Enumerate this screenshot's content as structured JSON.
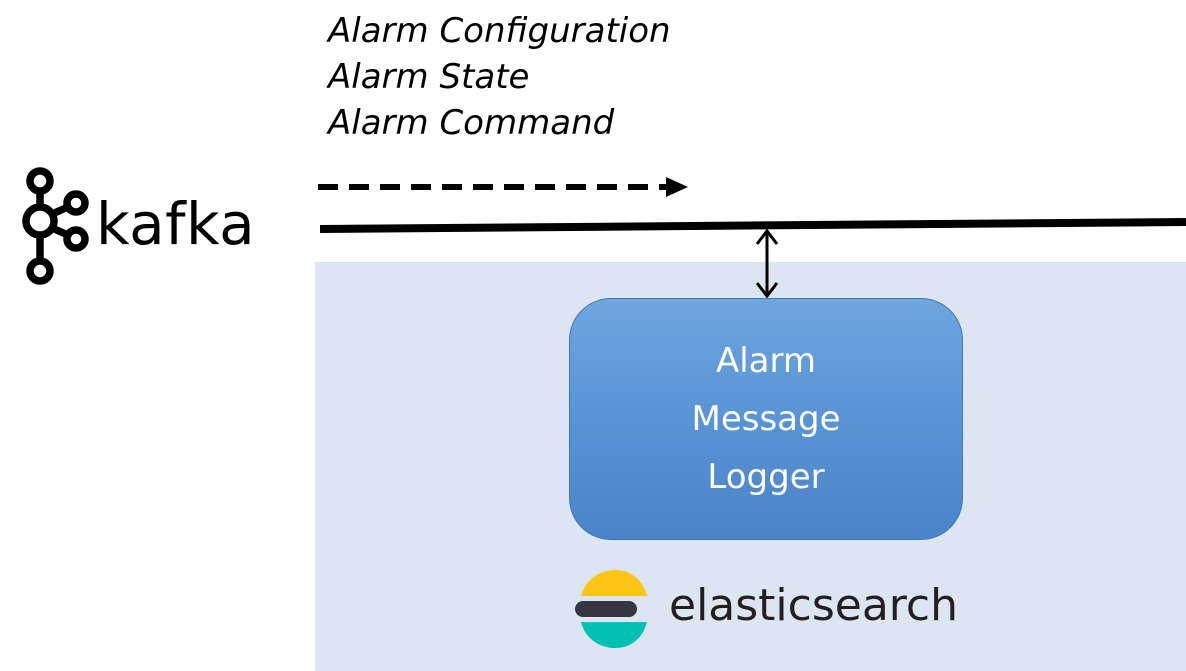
{
  "topics": [
    {
      "label": "Alarm Configuration"
    },
    {
      "label": "Alarm State"
    },
    {
      "label": "Alarm Command"
    }
  ],
  "kafka": {
    "wordmark": "kafka",
    "icon": "kafka-logo-icon"
  },
  "logger": {
    "lines": [
      "Alarm",
      "Message",
      "Logger"
    ]
  },
  "elasticsearch": {
    "wordmark": "elasticsearch",
    "icon": "elasticsearch-logo-icon"
  },
  "colors": {
    "panel": "#dce6f2",
    "logger_box": "#5b9bd5",
    "logger_text": "#ffffff",
    "bus_line": "#000000",
    "es_yellow": "#fec514",
    "es_dark": "#343741",
    "es_teal": "#00bfb3"
  }
}
